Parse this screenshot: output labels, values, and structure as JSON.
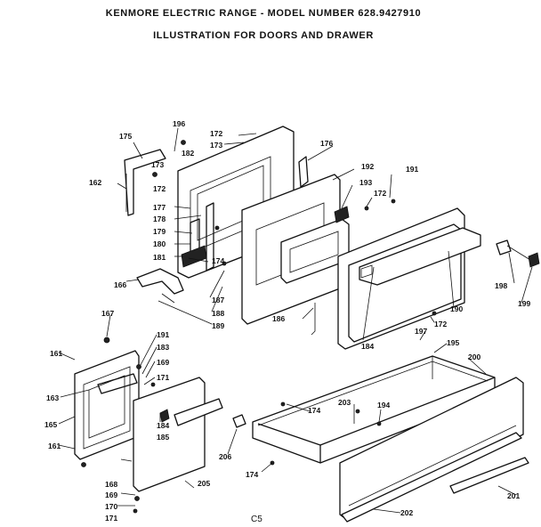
{
  "header": {
    "title": "KENMORE ELECTRIC RANGE - MODEL NUMBER 628.9427910",
    "subtitle": "ILLUSTRATION FOR DOORS AND DRAWER"
  },
  "page_code": "C5",
  "callouts": {
    "n175": "175",
    "n196": "196",
    "n172a": "172",
    "n173a": "173",
    "n176": "176",
    "n173b": "173",
    "n182": "182",
    "n162": "162",
    "n172b": "172",
    "n192": "192",
    "n191a": "191",
    "n193": "193",
    "n172c": "172",
    "n177": "177",
    "n178": "178",
    "n179": "179",
    "n180": "180",
    "n181": "181",
    "n174a": "174",
    "n166": "166",
    "n187": "187",
    "n188": "188",
    "n189": "189",
    "n198": "198",
    "n199": "199",
    "n190": "190",
    "n186": "186",
    "n184a": "184",
    "n197": "197",
    "n172d": "172",
    "n195": "195",
    "n167": "167",
    "n161a": "161",
    "n191b": "191",
    "n183": "183",
    "n169a": "169",
    "n171a": "171",
    "n200": "200",
    "n163": "163",
    "n174b": "174",
    "n203": "203",
    "n194": "194",
    "n165a": "165",
    "n184b": "184",
    "n185": "185",
    "n161b": "161",
    "n206": "206",
    "n174c": "174",
    "n168": "168",
    "n169b": "169",
    "n170": "170",
    "n171b": "171",
    "n205": "205",
    "n201": "201",
    "n202": "202"
  }
}
